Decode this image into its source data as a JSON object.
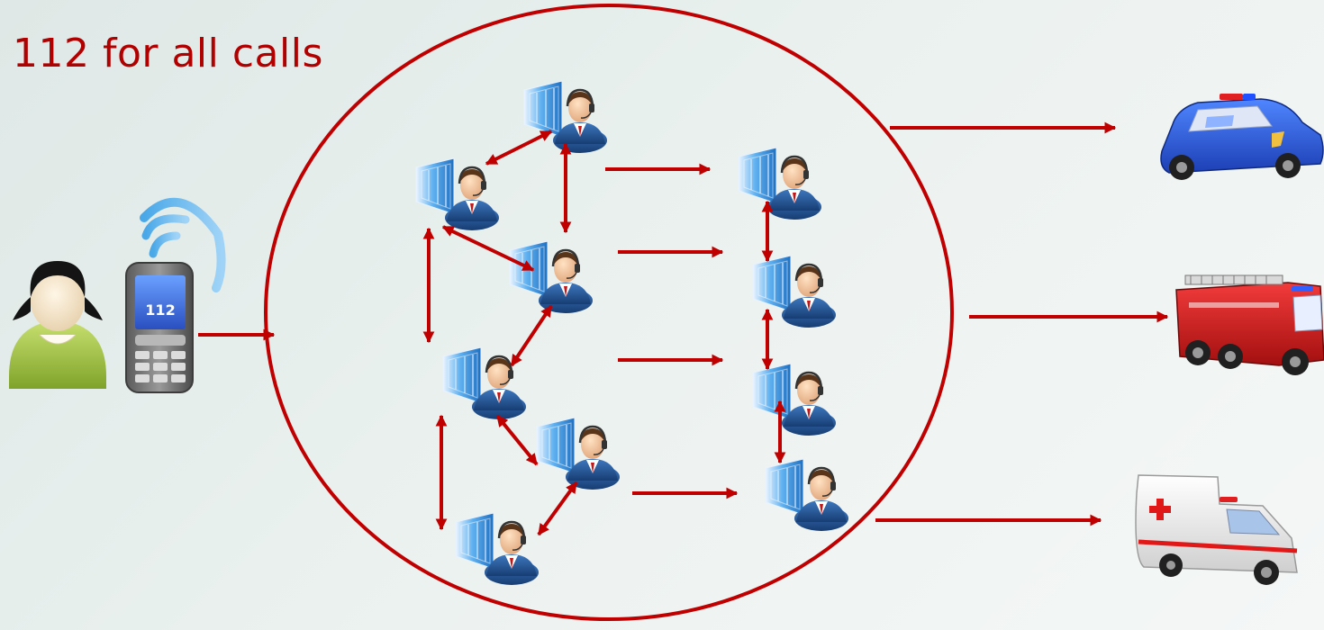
{
  "title": "112 for all calls",
  "phone": {
    "screen_text": "112"
  },
  "icons": {
    "caller": "person-icon",
    "phone": "mobile-phone-icon",
    "signal": "wireless-signal-icon",
    "operator": "call-center-operator-icon",
    "police": "police-car-icon",
    "fire": "fire-truck-icon",
    "ambulance": "ambulance-icon"
  },
  "colors": {
    "accent": "#c00000",
    "title": "#b00000",
    "background": "#e5edeb",
    "operator_suit": "#1f4f8f",
    "monitor": "#2f7fd0"
  },
  "call_center": {
    "first_tier_operators": 6,
    "second_tier_operators": 4
  },
  "services": [
    "police-car",
    "fire-truck",
    "ambulance"
  ]
}
